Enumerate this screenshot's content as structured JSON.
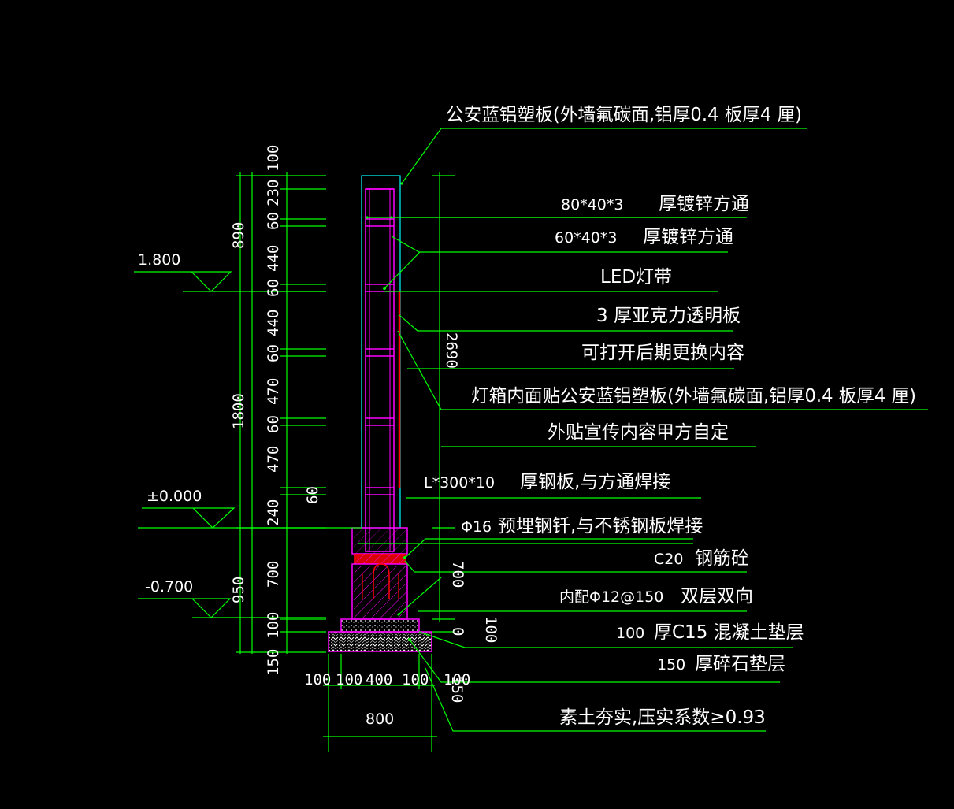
{
  "colors": {
    "background": "#000000",
    "leader": "#00ff00",
    "frame": "#ff00ff",
    "outline": "#00ffff",
    "acrylic": "#ff0000",
    "text": "#ffffff"
  },
  "callouts": {
    "panel_top": "公安蓝铝塑板(外墙氟碳面,铝厚0.4 板厚4 厘)",
    "tube_80_spec": "80*40*3",
    "tube_80_text": "厚镀锌方通",
    "tube_60_spec": "60*40*3",
    "tube_60_text": "厚镀锌方通",
    "led": "LED灯带",
    "acrylic_1": "3 厚亚克力透明板",
    "acrylic_2": "可打开后期更换内容",
    "inner_panel_1": "灯箱内面贴公安蓝铝塑板(外墙氟碳面,铝厚0.4 板厚4 厘)",
    "inner_panel_2": "外贴宣传内容甲方自定",
    "steel_plate_spec": "L*300*10",
    "steel_plate_text": "厚钢板,与方通焊接",
    "rebar_spec": "Φ16",
    "rebar_text": "预埋钢钎,与不锈钢板焊接",
    "concrete_spec": "C20",
    "concrete_text": "钢筋砼",
    "reinforce_spec": "内配Φ12@150",
    "reinforce_text": "双层双向",
    "c15_spec": "100",
    "c15_text": "厚C15 混凝土垫层",
    "gravel_spec": "150",
    "gravel_text": "厚碎石垫层",
    "soil": "素土夯实,压实系数≥0.93"
  },
  "elevations": {
    "top": "1.800",
    "ground": "±0.000",
    "bottom": "-0.700"
  },
  "dims_left": {
    "d100": "100",
    "d230": "230",
    "d60a": "60",
    "d440a": "440",
    "d60b": "60",
    "d440b": "440",
    "d60c": "60",
    "d470a": "470",
    "d60d": "60",
    "d470b": "470",
    "d60e": "60",
    "d240": "240",
    "d700": "700",
    "d100b": "100",
    "d150": "150",
    "d890": "890",
    "d1800": "1800",
    "d950": "950"
  },
  "dims_right": {
    "d2690": "2690",
    "d700": "700",
    "d100": "100",
    "d0": "0"
  },
  "dims_bottom": {
    "d100a": "100",
    "d100b": "100",
    "d400": "400",
    "d100c": "100",
    "d100d": "100",
    "d150": "150",
    "d800": "800"
  }
}
